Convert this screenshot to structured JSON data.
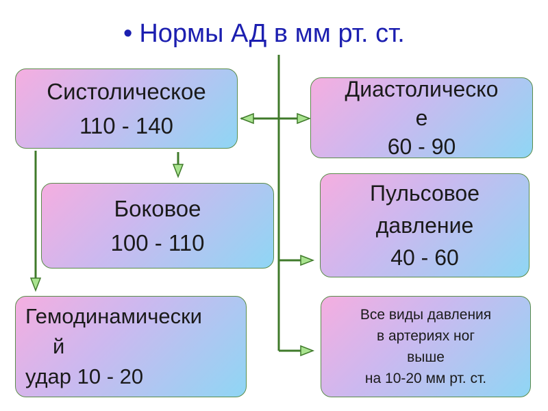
{
  "title": {
    "bullet": "•",
    "text": "Нормы АД в мм рт. ст."
  },
  "boxes": {
    "systolic": {
      "line1": "Систолическое",
      "line2": "110 - 140"
    },
    "lateral": {
      "line1": "Боковое",
      "line2": "100 - 110"
    },
    "hemodynamic": {
      "line1": "Гемодинамически",
      "line2": "й",
      "line3": "удар 10 - 20"
    },
    "diastolic": {
      "line1": "Диастолическо",
      "line2": "е",
      "line3": "60 - 90"
    },
    "pulse": {
      "line1": "Пульсовое",
      "line2": "давление",
      "line3": "40 - 60"
    },
    "note": {
      "line1": "Все виды давления",
      "line2": "в артериях ног",
      "line3": "выше",
      "line4": "на 10-20 мм рт. ст."
    }
  },
  "colors": {
    "title": "#1c1fb0",
    "connector": "#3f7a2a",
    "arrowhead": "#a9e38f",
    "box_border": "#5a8c4a"
  }
}
